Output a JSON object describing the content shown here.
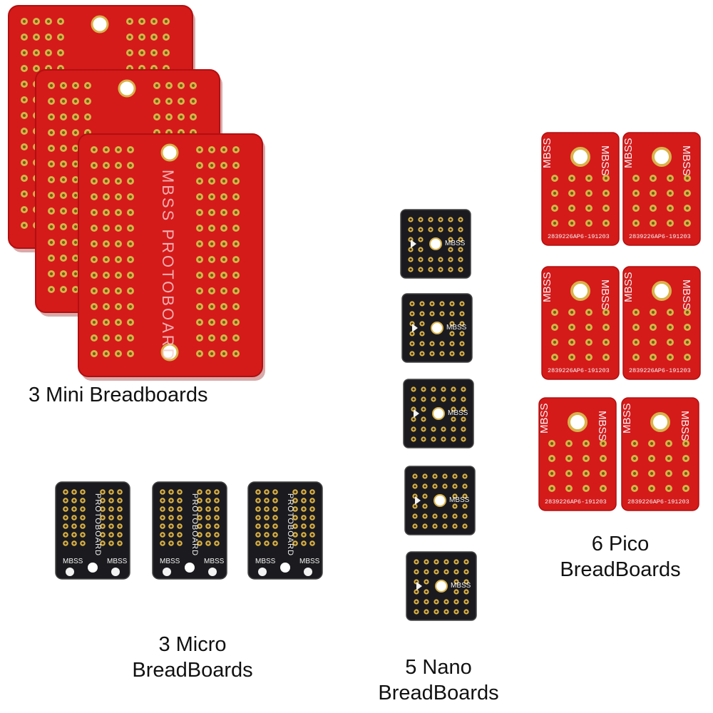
{
  "captions": {
    "mini": "3 Mini Breadboards",
    "micro_line1": "3 Micro",
    "micro_line2": "BreadBoards",
    "nano_line1": "5 Nano",
    "nano_line2": "BreadBoards",
    "pico_line1": "6 Pico",
    "pico_line2": "BreadBoards"
  },
  "board_text": {
    "mini": "MBSS PROTOBOARD",
    "micro": "PROTOBOARD",
    "brand": "MBSS",
    "pico_serial": "2839226AP6-191203"
  },
  "counts": {
    "mini": 3,
    "micro": 3,
    "nano": 5,
    "pico": 6
  },
  "colors": {
    "red_board": "#d51a1a",
    "red_board_dark": "#b01010",
    "black_board": "#1b1b1f",
    "gold_pad": "#d9b24a",
    "silk_white": "#f3f3f3",
    "silk_pink": "#f7c9c9"
  }
}
